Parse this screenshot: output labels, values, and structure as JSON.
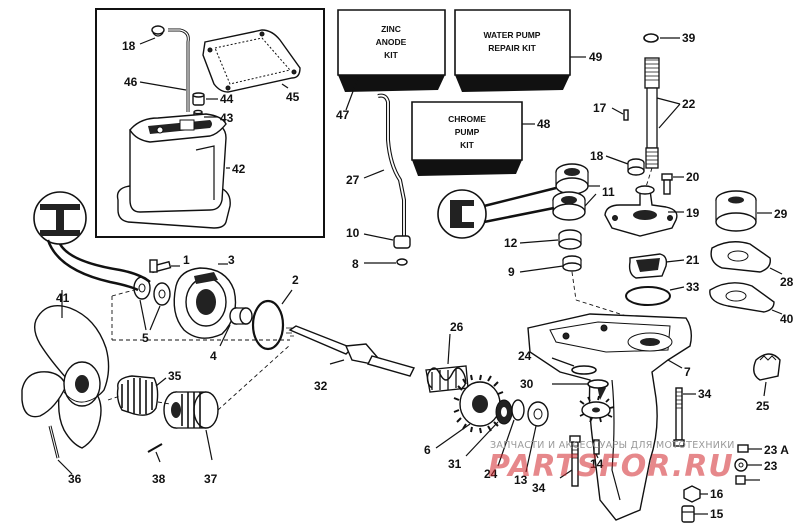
{
  "kits": {
    "zinc_anode": [
      "ZINC",
      "ANODE",
      "KIT"
    ],
    "water_pump": [
      "WATER PUMP",
      "REPAIR KIT"
    ],
    "chrome_pump": [
      "CHROME",
      "PUMP",
      "KIT"
    ]
  },
  "callouts": {
    "c1": "1",
    "c2": "2",
    "c3": "3",
    "c4": "4",
    "c5": "5",
    "c6": "6",
    "c7": "7",
    "c8": "8",
    "c9": "9",
    "c10": "10",
    "c11": "11",
    "c12": "12",
    "c13": "13",
    "c14": "14",
    "c15": "15",
    "c16": "16",
    "c17": "17",
    "c18a": "18",
    "c18b": "18",
    "c19": "19",
    "c20": "20",
    "c21": "21",
    "c22": "22",
    "c23": "23",
    "c23a": "23 A",
    "c24a": "24",
    "c24b": "24",
    "c25": "25",
    "c26": "26",
    "c27": "27",
    "c28": "28",
    "c29": "29",
    "c30": "30",
    "c31": "31",
    "c32": "32",
    "c33": "33",
    "c34a": "34",
    "c34b": "34",
    "c35": "35",
    "c36": "36",
    "c37": "37",
    "c38": "38",
    "c39": "39",
    "c40": "40",
    "c41": "41",
    "c42": "42",
    "c43": "43",
    "c44": "44",
    "c45": "45",
    "c46": "46",
    "c47": "47",
    "c48": "48",
    "c49": "49"
  },
  "watermark": {
    "line1": "ЗАПЧАСТИ И АКСЕССУАРЫ ДЛЯ МОТОТЕХНИКИ",
    "line2": "PARTSFOR.RU"
  }
}
